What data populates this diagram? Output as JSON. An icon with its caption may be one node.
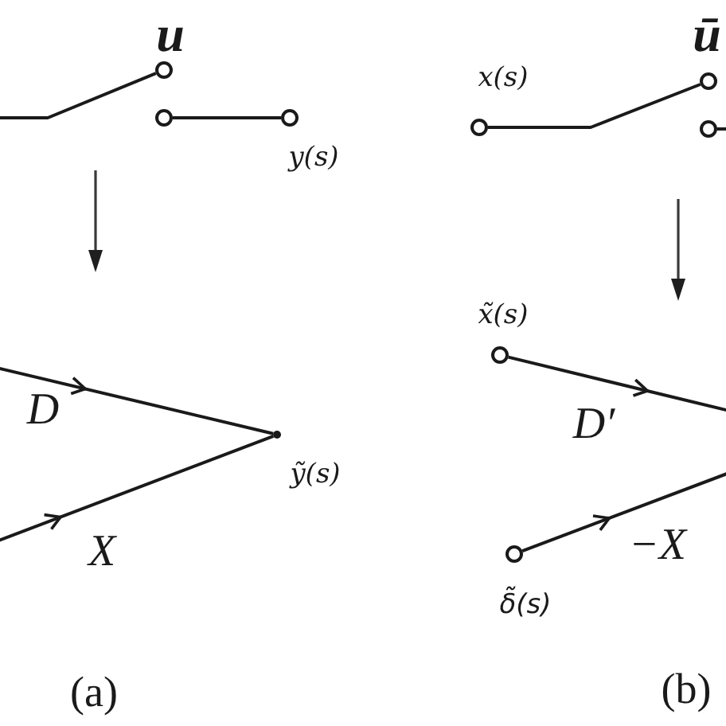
{
  "diagram": {
    "nodes": [
      {
        "text": [],
        "shape": "circle",
        "beside": [
          "u"
        ]
      },
      {
        "text": [],
        "shape": "circle"
      },
      {
        "text": [],
        "shape": "circle",
        "beside": [
          "y(s)"
        ]
      },
      {
        "text": [],
        "shape": "circle",
        "beside": [
          "x(s)"
        ]
      },
      {
        "text": [],
        "shape": "circle",
        "beside": [
          "ū"
        ]
      },
      {
        "text": [],
        "shape": "circle"
      },
      {
        "text": [],
        "shape": "dot",
        "beside": [
          "ỹ(s)"
        ]
      },
      {
        "text": [],
        "shape": "circle",
        "beside": [
          "x̃(s)"
        ]
      },
      {
        "text": [],
        "shape": "circle",
        "beside": [
          "δ̃(s)"
        ]
      }
    ],
    "edges": [
      {
        "from": null,
        "to": 0,
        "arrow": "none"
      },
      {
        "from": 1,
        "to": 2,
        "arrow": "none"
      },
      {
        "from": 3,
        "to": 4,
        "arrow": "none"
      },
      {
        "from": 5,
        "to": null,
        "arrow": "none"
      },
      {
        "from": null,
        "to": 6,
        "arrow": "to",
        "label": "D"
      },
      {
        "from": null,
        "to": 6,
        "arrow": "to",
        "label": "X"
      },
      {
        "from": 7,
        "to": null,
        "arrow": "to",
        "label": "D′"
      },
      {
        "from": 8,
        "to": null,
        "arrow": "to",
        "label": "−X"
      }
    ],
    "labels": [
      "(a)",
      "(b)"
    ]
  }
}
